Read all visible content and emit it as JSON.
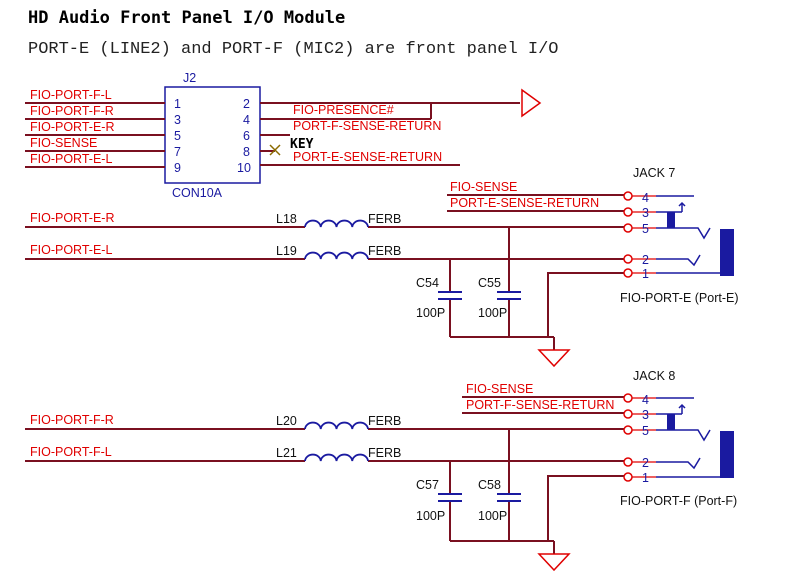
{
  "title": "HD Audio Front Panel I/O Module",
  "subtitle": "PORT-E (LINE2) and PORT-F (MIC2) are front panel I/O",
  "header": {
    "ref": "J2",
    "part": "CON10A",
    "key_label": "KEY",
    "left_nets": [
      "FIO-PORT-F-L",
      "FIO-PORT-F-R",
      "FIO-PORT-E-R",
      "FIO-SENSE",
      "FIO-PORT-E-L"
    ],
    "left_pins": [
      "1",
      "3",
      "5",
      "7",
      "9"
    ],
    "right_pins": [
      "2",
      "4",
      "6",
      "8",
      "10"
    ],
    "right_nets": [
      "FIO-PRESENCE#",
      "PORT-F-SENSE-RETURN",
      "PORT-E-SENSE-RETURN"
    ]
  },
  "jack7": {
    "ref": "JACK 7",
    "name": "FIO-PORT-E (Port-E)",
    "sense_net": "FIO-SENSE",
    "return_net": "PORT-E-SENSE-RETURN",
    "in_right": "FIO-PORT-E-R",
    "in_left": "FIO-PORT-E-L",
    "ind1": "L18",
    "ind2": "L19",
    "ind_type": "FERB",
    "cap1": "C54",
    "cap2": "C55",
    "cap_val": "100P",
    "pins": [
      "4",
      "3",
      "5",
      "2",
      "1"
    ]
  },
  "jack8": {
    "ref": "JACK 8",
    "name": "FIO-PORT-F (Port-F)",
    "sense_net": "FIO-SENSE",
    "return_net": "PORT-F-SENSE-RETURN",
    "in_right": "FIO-PORT-F-R",
    "in_left": "FIO-PORT-F-L",
    "ind1": "L20",
    "ind2": "L21",
    "ind_type": "FERB",
    "cap1": "C57",
    "cap2": "C58",
    "cap_val": "100P",
    "pins": [
      "4",
      "3",
      "5",
      "2",
      "1"
    ]
  },
  "colors": {
    "wire": "#7a1020",
    "net_label": "#e00000",
    "component": "#1a1aa0",
    "pin_circle": "#e00000"
  }
}
